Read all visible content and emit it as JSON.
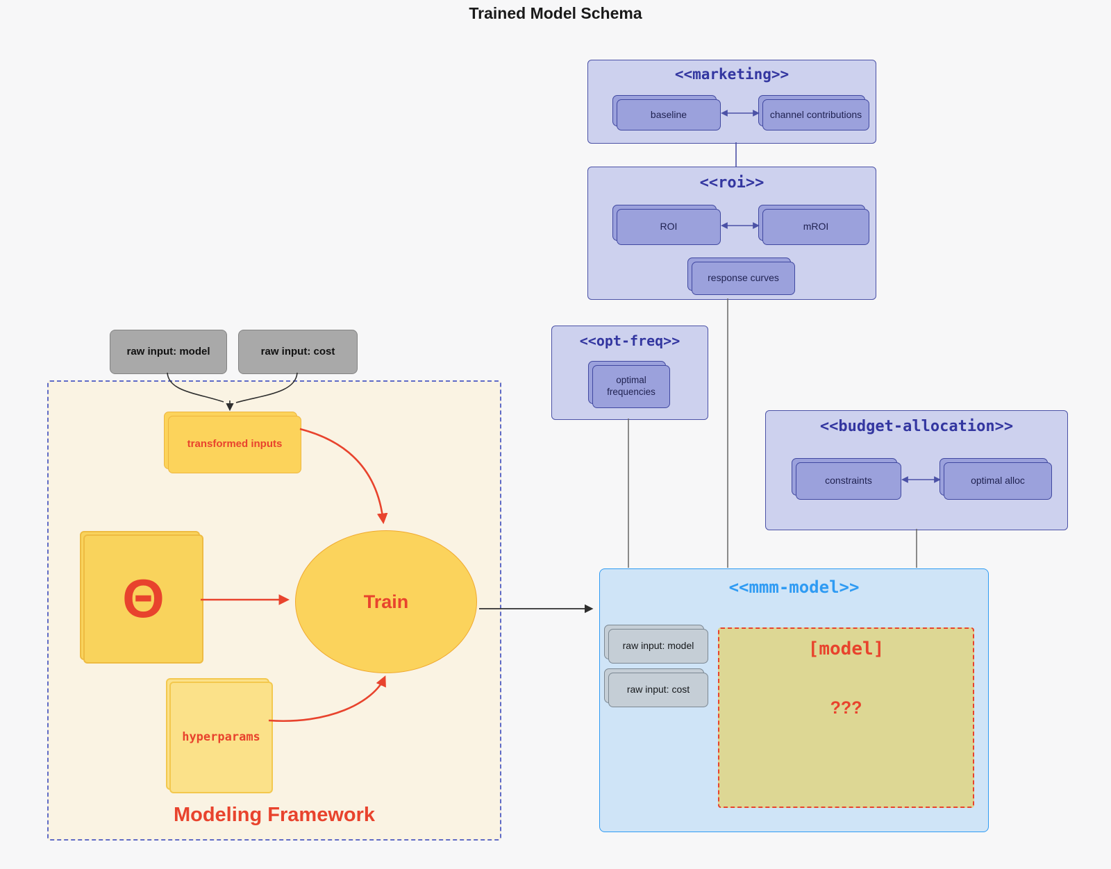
{
  "title": "Trained Model Schema",
  "colors": {
    "background": "#f7f7f8",
    "group_fill": "#cdd1ee",
    "group_border": "#4b51a6",
    "group_title_text": "#3336a0",
    "node_fill": "#9ba1dc",
    "node_border": "#4048a0",
    "mmm_fill": "#cfe4f7",
    "mmm_accent": "#2f9bf3",
    "gray_card_fill": "#a9a9a9",
    "gray_input_fill": "#c5ced6",
    "model_box_fill": "#ddd794",
    "framework_fill": "#faf3e3",
    "framework_border": "#5f6bc6",
    "yellow_fill": "#fbd35c",
    "yellow_border": "#eeb53e",
    "red_accent": "#e8432d",
    "connector_dark": "#555555"
  },
  "inputs": {
    "raw_input_model": "raw input: model",
    "raw_input_cost": "raw input: cost"
  },
  "marketing": {
    "title": "<<marketing>>",
    "baseline": "baseline",
    "channel_contributions": "channel contributions"
  },
  "roi": {
    "title": "<<roi>>",
    "roi": "ROI",
    "mroi": "mROI",
    "response_curves": "response curves"
  },
  "opt_freq": {
    "title": "<<opt-freq>>",
    "optimal_frequencies": "optimal frequencies"
  },
  "budget_allocation": {
    "title": "<<budget-allocation>>",
    "constraints": "constraints",
    "optimal_alloc": "optimal alloc"
  },
  "mmm_model": {
    "title": "<<mmm-model>>",
    "raw_input_model": "raw input: model",
    "raw_input_cost": "raw input: cost",
    "model_label": "[model]",
    "model_placeholder": "???"
  },
  "modeling_framework": {
    "label": "Modeling Framework",
    "transformed_inputs": "transformed inputs",
    "theta": "Θ",
    "train": "Train",
    "hyperparams": "hyperparams"
  }
}
